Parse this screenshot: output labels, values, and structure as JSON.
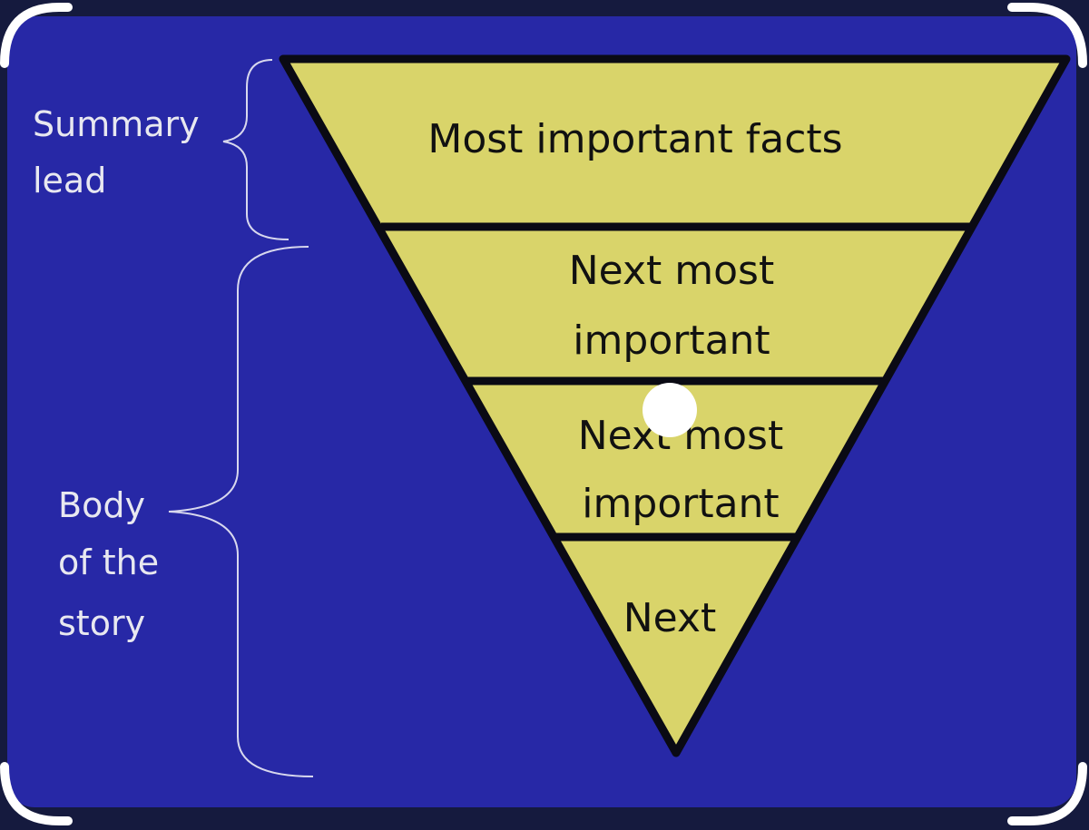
{
  "colors": {
    "page_bg": "#151a3e",
    "panel_bg": "#2728a6",
    "funnel_fill": "#d9d46a",
    "funnel_stroke": "#0a0a14",
    "label_text": "#e8e8f0",
    "brace_stroke": "#d8d8ee",
    "corner_marks": "#ffffff",
    "pointer_dot": "#ffffff"
  },
  "side_labels": {
    "summary": {
      "line1": "Summary",
      "line2": "lead"
    },
    "body": {
      "line1": "Body",
      "line2": "of the",
      "line3": "story"
    }
  },
  "pyramid": {
    "layer1": {
      "line1": "Most important facts"
    },
    "layer2": {
      "line1": "Next most",
      "line2": "important"
    },
    "layer3": {
      "line1": "Next most",
      "line2": "important"
    },
    "layer4": {
      "line1": "Next"
    }
  },
  "icons": {
    "pointer": "cursor-dot-icon",
    "braces": "curly-brace-icon"
  }
}
